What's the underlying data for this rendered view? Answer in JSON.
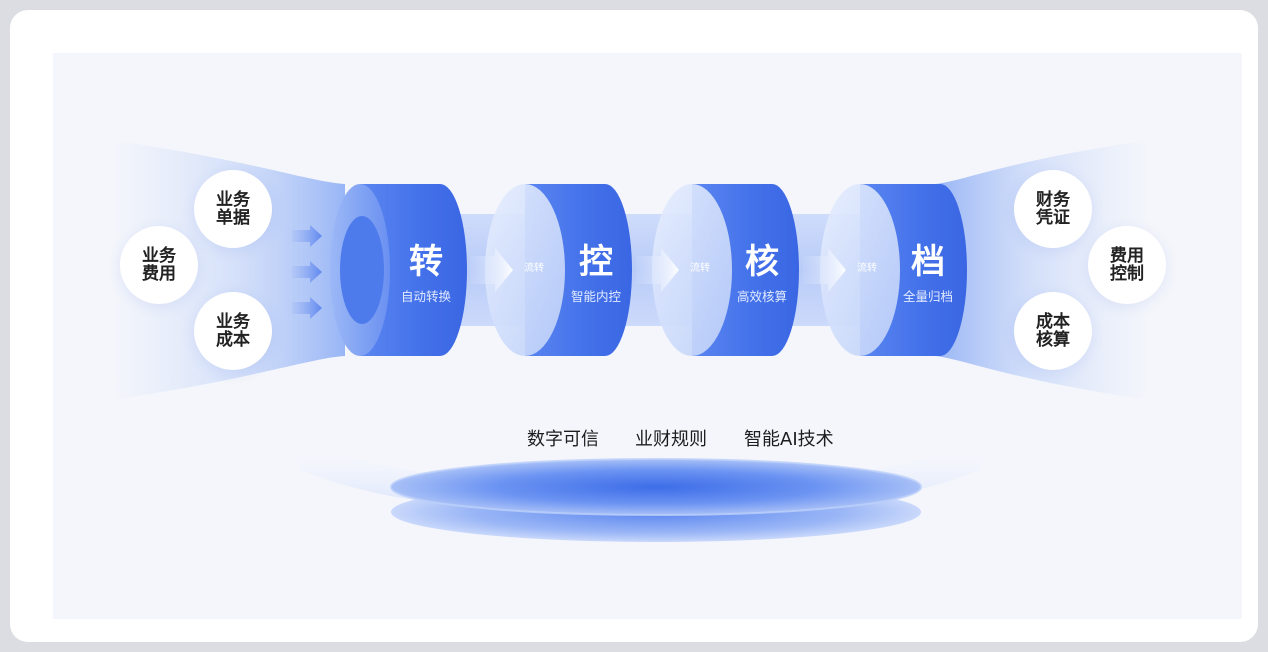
{
  "left_inputs": [
    "业务单据",
    "业务费用",
    "业务成本"
  ],
  "right_outputs": [
    "财务凭证",
    "费用控制",
    "成本核算"
  ],
  "stages": [
    {
      "title": "转",
      "subtitle": "自动转换"
    },
    {
      "title": "控",
      "subtitle": "智能内控"
    },
    {
      "title": "核",
      "subtitle": "高效核算"
    },
    {
      "title": "档",
      "subtitle": "全量归档"
    }
  ],
  "flow_label": "流转",
  "foundation": [
    "数字可信",
    "业财规则",
    "智能AI技术"
  ],
  "colors": {
    "accent": "#3f6ee8",
    "cylinder_light": "#b8ccf8",
    "background": "#f4f6fb"
  }
}
